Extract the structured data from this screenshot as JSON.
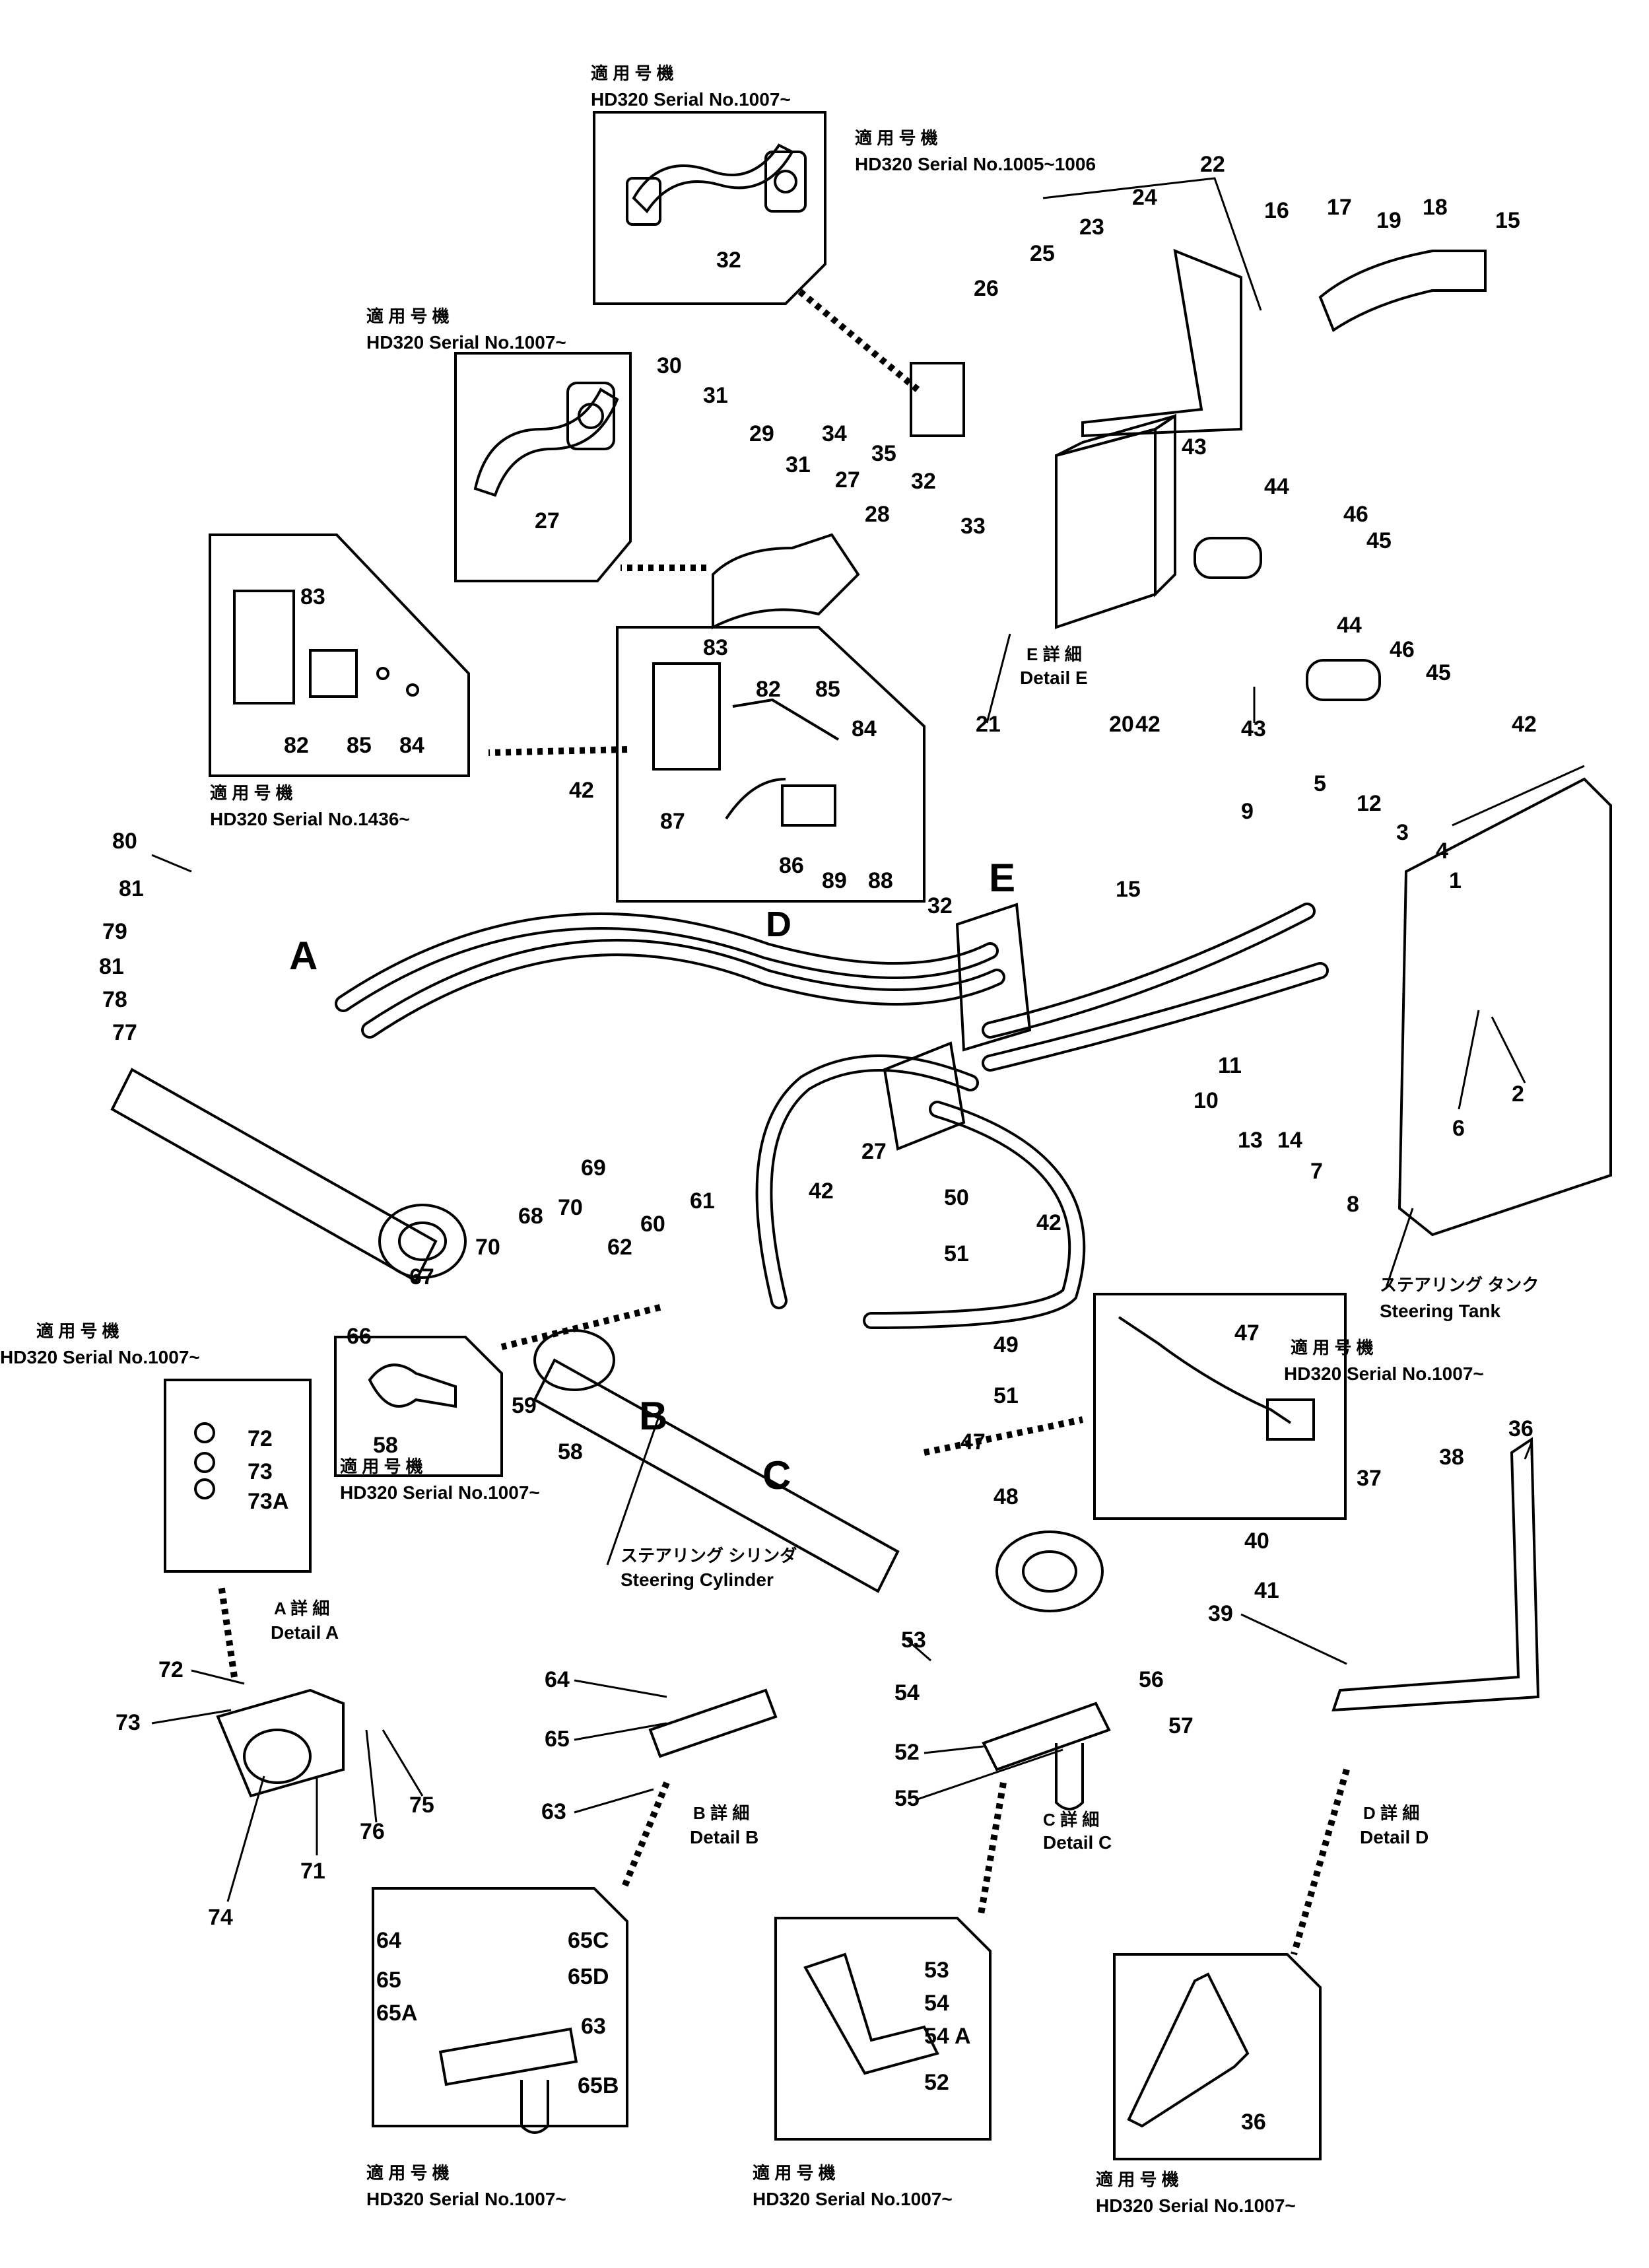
{
  "insets": {
    "i32": {
      "jp": "適 用 号 機",
      "serial": "HD320 Serial No.1007~"
    },
    "i_e": {
      "jp": "適 用 号 機",
      "serial": "HD320 Serial No.1005~1006"
    },
    "i27": {
      "jp": "適 用 号 機",
      "serial": "HD320 Serial No.1007~"
    },
    "i83": {
      "jp": "適 用 号 機",
      "serial": "HD320 Serial No.1436~"
    },
    "i58": {
      "jp": "適 用 号 機",
      "serial": "HD320 Serial No.1007~"
    },
    "i47": {
      "jp": "適 用 号 機",
      "serial": "HD320 Serial No.1007~"
    },
    "i72": {
      "jp": "適 用 号 機",
      "serial": "HD320 Serial No.1007~"
    },
    "i63": {
      "jp": "適 用 号 機",
      "serial": "HD320 Serial No.1007~"
    },
    "i52": {
      "jp": "適 用 号 機",
      "serial": "HD320 Serial No.1007~"
    },
    "i36": {
      "jp": "適 用 号 機",
      "serial": "HD320 Serial No.1007~"
    }
  },
  "details": {
    "a": {
      "jp": "A 詳 細",
      "en": "Detail A"
    },
    "b": {
      "jp": "B 詳 細",
      "en": "Detail B"
    },
    "c": {
      "jp": "C 詳 細",
      "en": "Detail C"
    },
    "d": {
      "jp": "D 詳 細",
      "en": "Detail D"
    },
    "e": {
      "jp": "E 詳 細",
      "en": "Detail E"
    }
  },
  "components": {
    "tank_jp": "ステアリング タンク",
    "tank_en": "Steering Tank",
    "cyl_jp": "ステアリング シリンダ",
    "cyl_en": "Steering Cylinder"
  },
  "view_letters": {
    "a": "A",
    "b": "B",
    "c": "C",
    "d": "D",
    "e": "E"
  },
  "parts": {
    "p1": "1",
    "p2": "2",
    "p3": "3",
    "p4": "4",
    "p5": "5",
    "p6": "6",
    "p7": "7",
    "p8": "8",
    "p9": "9",
    "p10": "10",
    "p11": "11",
    "p12": "12",
    "p13": "13",
    "p14": "14",
    "p15a": "15",
    "p15b": "15",
    "p16": "16",
    "p17": "17",
    "p18": "18",
    "p19": "19",
    "p20": "20",
    "p21": "21",
    "p22": "22",
    "p23": "23",
    "p24": "24",
    "p25": "25",
    "p26": "26",
    "p27a": "27",
    "p27b": "27",
    "p27c": "27",
    "p28": "28",
    "p29": "29",
    "p30": "30",
    "p31a": "31",
    "p31b": "31",
    "p32a": "32",
    "p32b": "32",
    "p32c": "32",
    "p33": "33",
    "p34": "34",
    "p35": "35",
    "p36a": "36",
    "p36b": "36",
    "p37": "37",
    "p38": "38",
    "p39": "39",
    "p40": "40",
    "p41": "41",
    "p42a": "42",
    "p42b": "42",
    "p42c": "42",
    "p42d": "42",
    "p42e": "42",
    "p43a": "43",
    "p43b": "43",
    "p44a": "44",
    "p44b": "44",
    "p45a": "45",
    "p45b": "45",
    "p46a": "46",
    "p46b": "46",
    "p47a": "47",
    "p47b": "47",
    "p48": "48",
    "p49": "49",
    "p50": "50",
    "p51a": "51",
    "p51b": "51",
    "p52a": "52",
    "p52b": "52",
    "p53a": "53",
    "p53b": "53",
    "p54a": "54",
    "p54b": "54",
    "p54A": "54 A",
    "p55": "55",
    "p56": "56",
    "p57": "57",
    "p58a": "58",
    "p58b": "58",
    "p59": "59",
    "p60": "60",
    "p61": "61",
    "p62": "62",
    "p63a": "63",
    "p63b": "63",
    "p64a": "64",
    "p64b": "64",
    "p65a": "65",
    "p65b": "65",
    "p65A": "65A",
    "p65B": "65B",
    "p65C": "65C",
    "p65D": "65D",
    "p66": "66",
    "p67": "67",
    "p68": "68",
    "p69": "69",
    "p70a": "70",
    "p70b": "70",
    "p71": "71",
    "p72a": "72",
    "p72b": "72",
    "p73a": "73",
    "p73b": "73",
    "p73A": "73A",
    "p74": "74",
    "p75": "75",
    "p76": "76",
    "p77": "77",
    "p78": "78",
    "p79": "79",
    "p80": "80",
    "p81a": "81",
    "p81b": "81",
    "p82a": "82",
    "p82b": "82",
    "p83a": "83",
    "p83b": "83",
    "p84a": "84",
    "p84b": "84",
    "p85a": "85",
    "p85b": "85",
    "p86": "86",
    "p87": "87",
    "p88": "88",
    "p89": "89"
  }
}
